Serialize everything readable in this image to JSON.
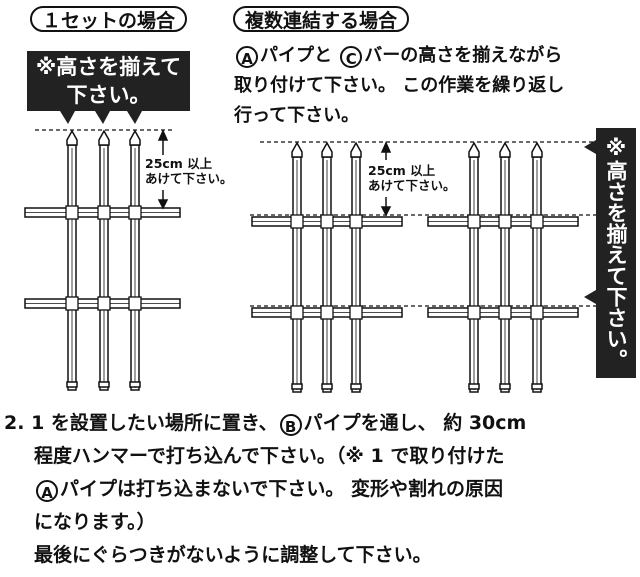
{
  "headings": {
    "single": "１セットの場合",
    "multi": "複数連結する場合"
  },
  "single_banner": {
    "line1": "※高さを揃えて",
    "line2": "下さい。"
  },
  "multi_instruction": {
    "circle_a": "A",
    "part1": "パイプと",
    "circle_c": "C",
    "part2": "バーの高さを揃えながら",
    "line2": "取り付けて下さい。 この作業を繰り返し",
    "line3": "行って下さい。"
  },
  "side_banner": "※高さを揃えて下さい。",
  "clearance": {
    "left_line1": "25cm 以上",
    "left_line2": "あけて下さい。",
    "right_line1": "25cm 以上",
    "right_line2": "あけて下さい。"
  },
  "footer": {
    "num": "2.",
    "l1_a": "1 を設置したい場所に置き、",
    "circle_b": "B",
    "l1_b": "パイプを通し、 約 30cm",
    "l2": "程度ハンマーで打ち込んで下さい。（※ 1 で取り付けた",
    "circle_a": "A",
    "l3": "パイプは打ち込まないで下さい。 変形や割れの原因",
    "l4": "になります。）",
    "l5": "最後にぐらつきがないように調整して下さい。"
  }
}
